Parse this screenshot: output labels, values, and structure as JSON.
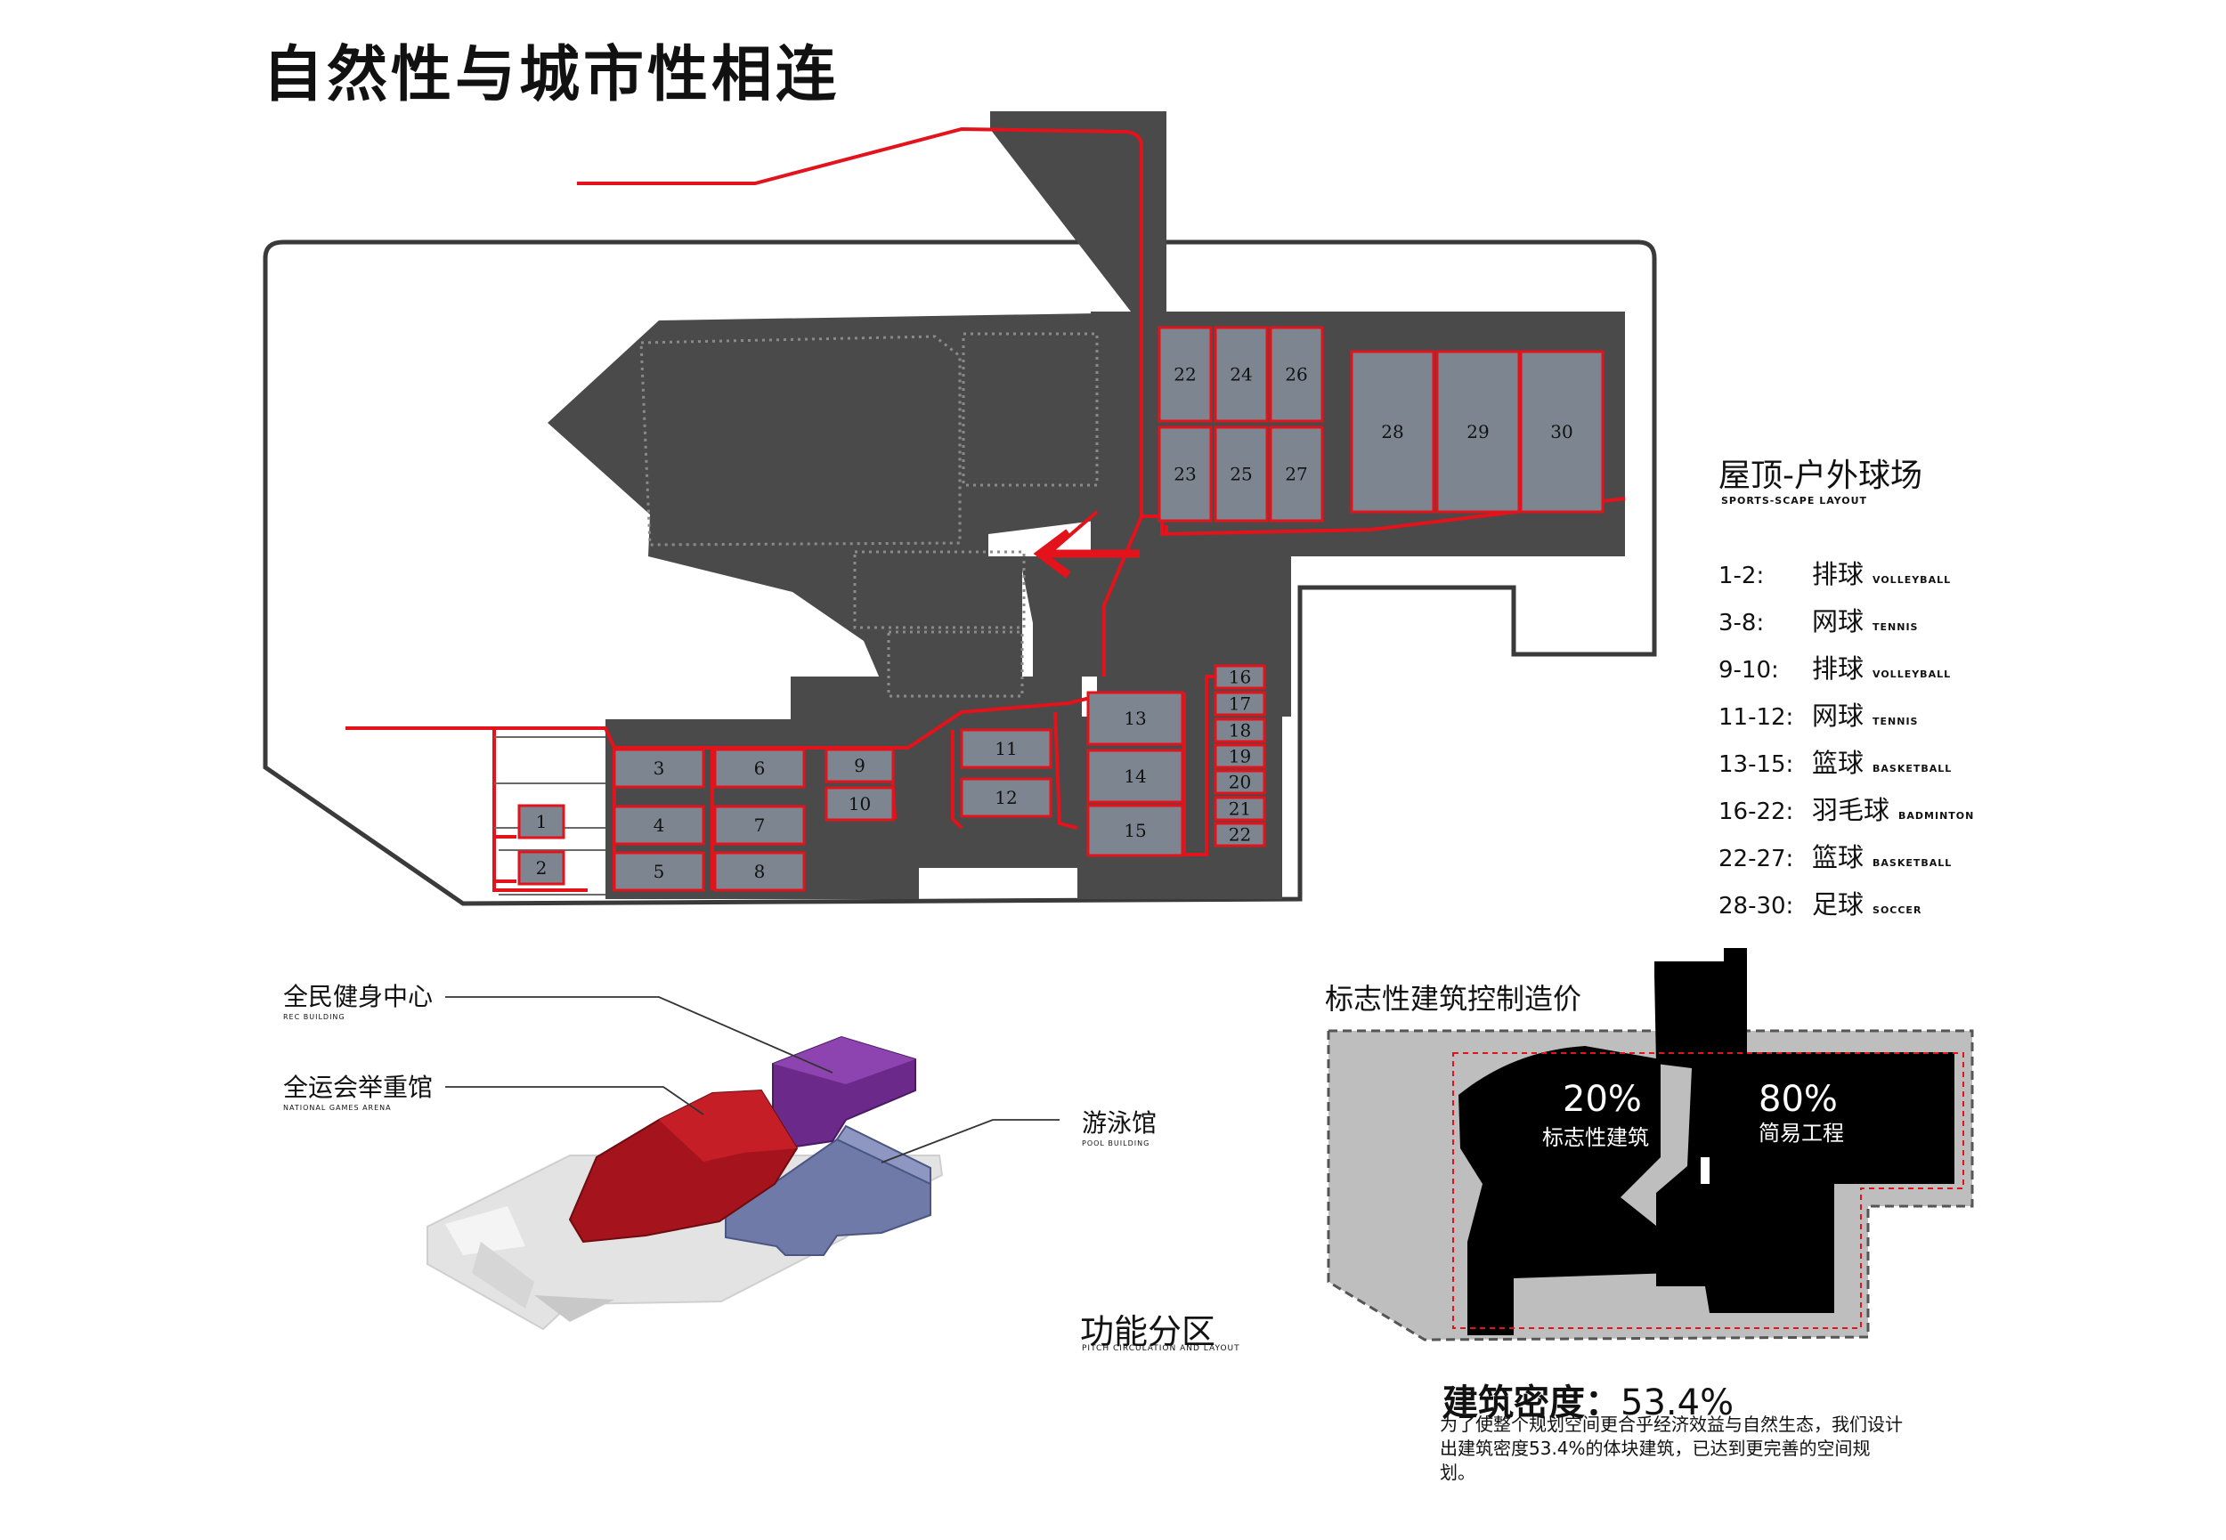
{
  "title": "自然性与城市性相连",
  "site_plan": {
    "courts": [
      {
        "label": "1"
      },
      {
        "label": "2"
      },
      {
        "label": "3"
      },
      {
        "label": "4"
      },
      {
        "label": "5"
      },
      {
        "label": "6"
      },
      {
        "label": "7"
      },
      {
        "label": "8"
      },
      {
        "label": "9"
      },
      {
        "label": "10"
      },
      {
        "label": "11"
      },
      {
        "label": "12"
      },
      {
        "label": "13"
      },
      {
        "label": "14"
      },
      {
        "label": "15"
      },
      {
        "label": "16"
      },
      {
        "label": "17"
      },
      {
        "label": "18"
      },
      {
        "label": "19"
      },
      {
        "label": "20"
      },
      {
        "label": "21"
      },
      {
        "label": "22"
      },
      {
        "label": "22"
      },
      {
        "label": "23"
      },
      {
        "label": "24"
      },
      {
        "label": "25"
      },
      {
        "label": "26"
      },
      {
        "label": "27"
      },
      {
        "label": "28"
      },
      {
        "label": "29"
      },
      {
        "label": "30"
      }
    ],
    "colors": {
      "building": "#4a4a4a",
      "court": "#7d8690",
      "circulation": "#e3121b",
      "boundary": "#3a3a3a"
    }
  },
  "legend": {
    "title": "屋顶-户外球场",
    "subtitle": "SPORTS-SCAPE LAYOUT",
    "items": [
      {
        "range": "1-2:",
        "cn": "排球",
        "en": "VOLLEYBALL"
      },
      {
        "range": "3-8:",
        "cn": "网球",
        "en": "TENNIS"
      },
      {
        "range": "9-10:",
        "cn": "排球",
        "en": "VOLLEYBALL"
      },
      {
        "range": "11-12:",
        "cn": "网球",
        "en": "TENNIS"
      },
      {
        "range": "13-15:",
        "cn": "篮球",
        "en": "BASKETBALL"
      },
      {
        "range": "16-22:",
        "cn": "羽毛球",
        "en": "BADMINTON"
      },
      {
        "range": "22-27:",
        "cn": "篮球",
        "en": "BASKETBALL"
      },
      {
        "range": "28-30:",
        "cn": "足球",
        "en": "SOCCER"
      }
    ]
  },
  "function_zones": {
    "title": "功能分区",
    "subtitle": "PITCH CIRCULATION AND LAYOUT",
    "labels": [
      {
        "cn": "全民健身中心",
        "en": "REC BUILDING"
      },
      {
        "cn": "全运会举重馆",
        "en": "NATIONAL GAMES ARENA"
      },
      {
        "cn": "游泳馆",
        "en": "POOL BUILDING"
      }
    ],
    "colors": {
      "rec": "#6b2a8a",
      "arena": "#a5141c",
      "pool": "#6f7aa8",
      "base": "#e3e3e3"
    }
  },
  "cost_control": {
    "title": "标志性建筑控制造价",
    "landmark": {
      "percent": "20%",
      "label": "标志性建筑"
    },
    "simple": {
      "percent": "80%",
      "label": "简易工程"
    }
  },
  "density": {
    "label": "建筑密度：",
    "value": "53.4%",
    "description": "为了使整个规划空间更合乎经济效益与自然生态，我们设计出建筑密度53.4%的体块建筑，已达到更完善的空间规划。"
  }
}
